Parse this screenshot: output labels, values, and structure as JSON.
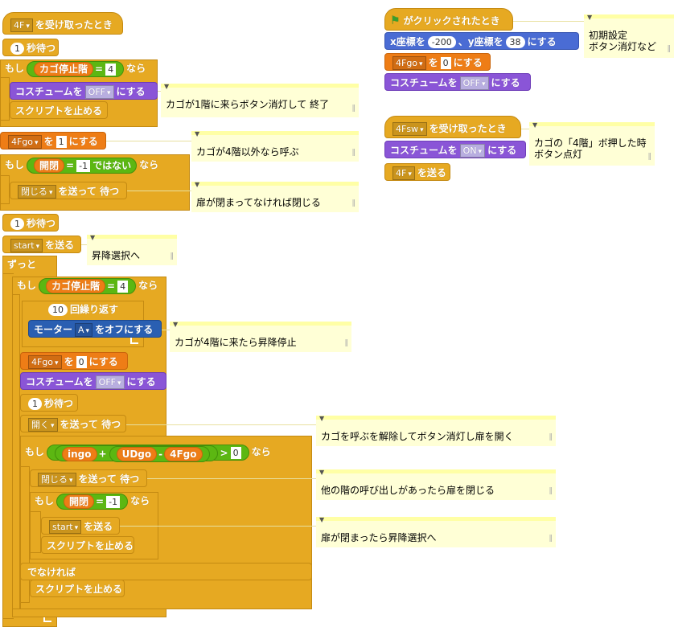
{
  "left_script": {
    "hat": {
      "msg": "4F",
      "label": "を受け取ったとき"
    },
    "wait1": {
      "value": "1",
      "label": "秒待つ"
    },
    "if1": {
      "kw": "もし",
      "var": "カゴ停止階",
      "op": "=",
      "value": "4",
      "nara": "なら"
    },
    "costume1": {
      "label": "コスチュームを",
      "value": "OFF",
      "suffix": "にする"
    },
    "stop1": "スクリプトを止める",
    "set1": {
      "var": "4Fgo",
      "label": "を",
      "value": "1",
      "suffix": "にする"
    },
    "if2": {
      "kw": "もし",
      "var": "開閉",
      "op": "=",
      "value": "-1",
      "not": "ではない",
      "nara": "なら"
    },
    "broadcast1": {
      "msg": "閉じる",
      "label": "を送って 待つ"
    },
    "wait2": {
      "value": "1",
      "label": "秒待つ"
    },
    "broadcast2": {
      "msg": "start",
      "label": "を送る"
    },
    "forever": "ずっと",
    "if3": {
      "kw": "もし",
      "var": "カゴ停止階",
      "op": "=",
      "value": "4",
      "nara": "なら"
    },
    "repeat": {
      "value": "10",
      "label": "回繰り返す"
    },
    "motor": {
      "label": "モーター",
      "port": "A",
      "suffix": "をオフにする"
    },
    "set2": {
      "var": "4Fgo",
      "label": "を",
      "value": "0",
      "suffix": "にする"
    },
    "costume2": {
      "label": "コスチュームを",
      "value": "OFF",
      "suffix": "にする"
    },
    "wait3": {
      "value": "1",
      "label": "秒待つ"
    },
    "broadcast3": {
      "msg": "開く",
      "label": "を送って 待つ"
    },
    "if4": {
      "kw": "もし",
      "a": "ingo",
      "plus": "+",
      "b": "UDgo",
      "minus": "-",
      "c": "4Fgo",
      "op": ">",
      "value": "0",
      "nara": "なら"
    },
    "broadcast4": {
      "msg": "閉じる",
      "label": "を送って 待つ"
    },
    "if5": {
      "kw": "もし",
      "var": "開閉",
      "op": "=",
      "value": "-1",
      "nara": "なら"
    },
    "broadcast5": {
      "msg": "start",
      "label": "を送る"
    },
    "stop2": "スクリプトを止める",
    "else": "でなければ",
    "stop3": "スクリプトを止める"
  },
  "right_script1": {
    "hat": "がクリックされたとき",
    "goto": {
      "x_label": "x座標を",
      "x": "-200",
      "sep": "、y座標を",
      "y": "38",
      "suffix": "にする"
    },
    "set": {
      "var": "4Fgo",
      "label": "を",
      "value": "0",
      "suffix": "にする"
    },
    "costume": {
      "label": "コスチュームを",
      "value": "OFF",
      "suffix": "にする"
    }
  },
  "right_script2": {
    "hat": {
      "msg": "4Fsw",
      "label": "を受け取ったとき"
    },
    "costume": {
      "label": "コスチュームを",
      "value": "ON",
      "suffix": "にする"
    },
    "broadcast": {
      "msg": "4F",
      "label": "を送る"
    }
  },
  "notes": {
    "n1": "カゴが1階に来らボタン消灯して 終了",
    "n2": "カゴが4階以外なら呼ぶ",
    "n3": "扉が閉まってなければ閉じる",
    "n4": "昇降選択へ",
    "n5": "カゴが4階に来たら昇降停止",
    "n6": "カゴを呼ぶを解除してボタン消灯し扉を開く",
    "n7": "他の階の呼び出しがあったら扉を閉じる",
    "n8": "扉が閉まったら昇降選択へ",
    "n9_line1": "初期設定",
    "n9_line2": "ボタン消灯など",
    "n10_line1": "カゴの「4階」ボ押した時",
    "n10_line2": "ボタン点灯"
  }
}
